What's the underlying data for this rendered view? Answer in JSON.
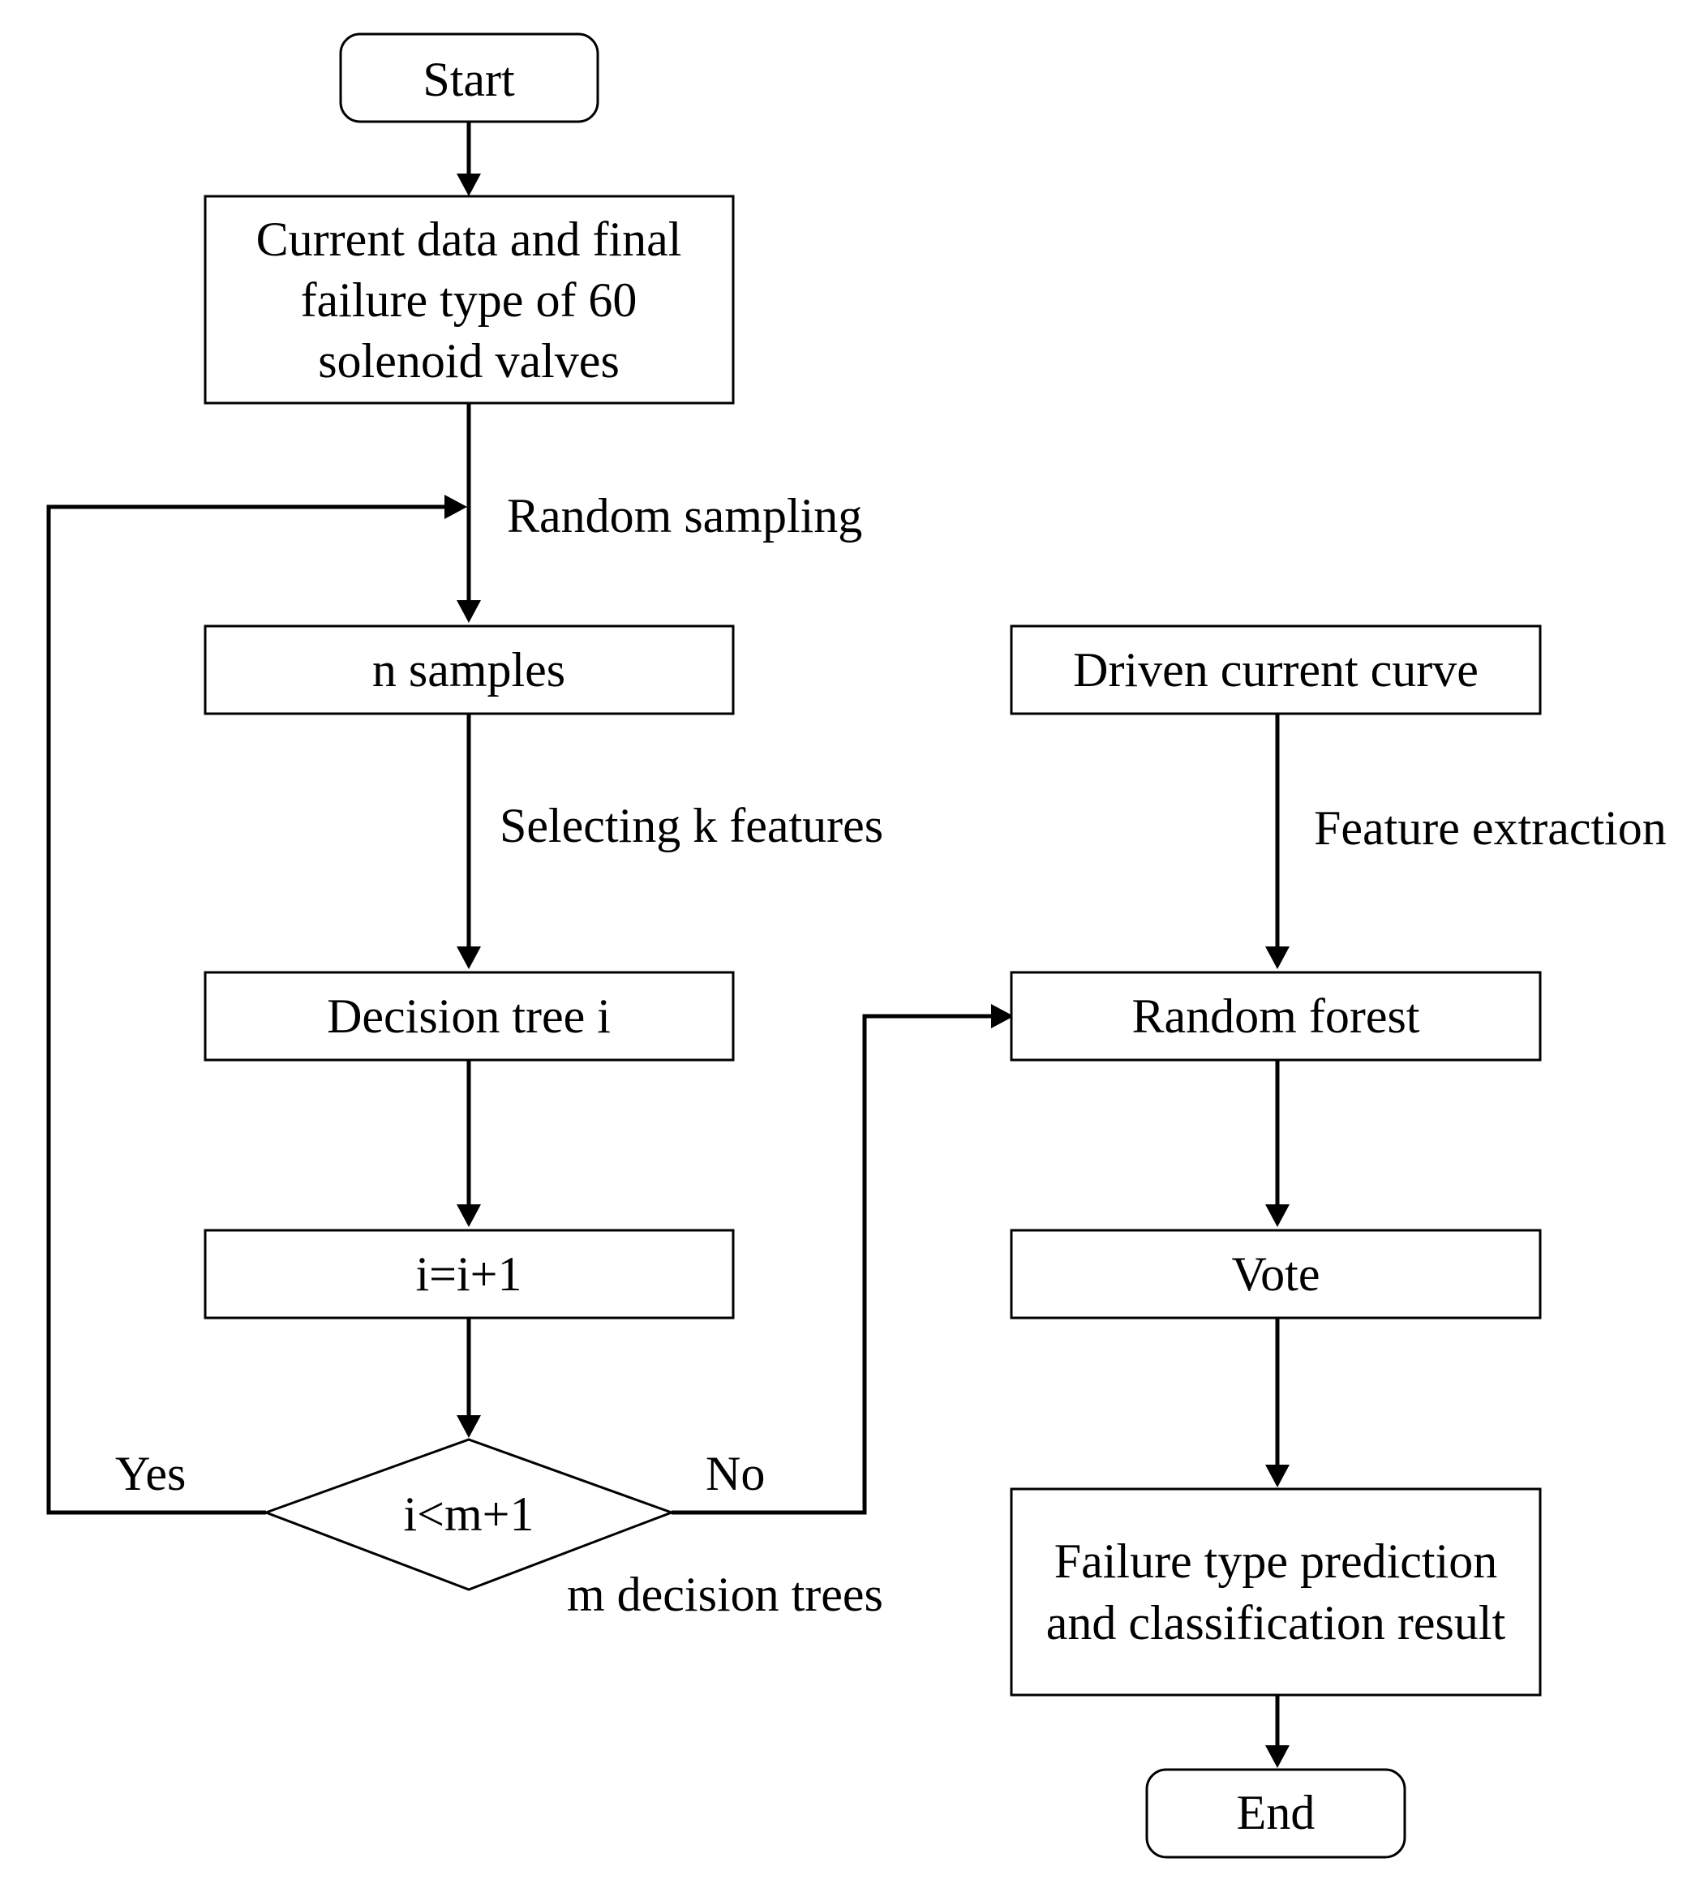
{
  "nodes": {
    "start": {
      "lines": [
        "Start"
      ]
    },
    "data": {
      "lines": [
        "Current data and final",
        "failure type of 60",
        "solenoid valves"
      ]
    },
    "n_samples": {
      "lines": [
        "n samples"
      ]
    },
    "decision_tree_i": {
      "lines": [
        "Decision tree i"
      ]
    },
    "increment": {
      "lines": [
        "i=i+1"
      ]
    },
    "condition": {
      "lines": [
        "i<m+1"
      ]
    },
    "driven_curve": {
      "lines": [
        "Driven current curve"
      ]
    },
    "random_forest": {
      "lines": [
        "Random forest"
      ]
    },
    "vote": {
      "lines": [
        "Vote"
      ]
    },
    "result": {
      "lines": [
        "Failure type prediction",
        "and classification result"
      ]
    },
    "end": {
      "lines": [
        "End"
      ]
    }
  },
  "edge_labels": {
    "random_sampling": "Random sampling",
    "selecting_features": "Selecting k features",
    "feature_extraction": "Feature extraction",
    "yes": "Yes",
    "no": "No",
    "m_trees": "m decision trees"
  },
  "edges": [
    {
      "from": "start",
      "to": "data"
    },
    {
      "from": "data",
      "to": "n_samples",
      "label": "random_sampling"
    },
    {
      "from": "n_samples",
      "to": "decision_tree_i",
      "label": "selecting_features"
    },
    {
      "from": "decision_tree_i",
      "to": "increment"
    },
    {
      "from": "increment",
      "to": "condition"
    },
    {
      "from": "condition",
      "to": "n_samples",
      "label": "yes"
    },
    {
      "from": "condition",
      "to": "random_forest",
      "label": "no"
    },
    {
      "from": "driven_curve",
      "to": "random_forest",
      "label": "feature_extraction"
    },
    {
      "from": "random_forest",
      "to": "vote"
    },
    {
      "from": "vote",
      "to": "result"
    },
    {
      "from": "result",
      "to": "end"
    }
  ]
}
